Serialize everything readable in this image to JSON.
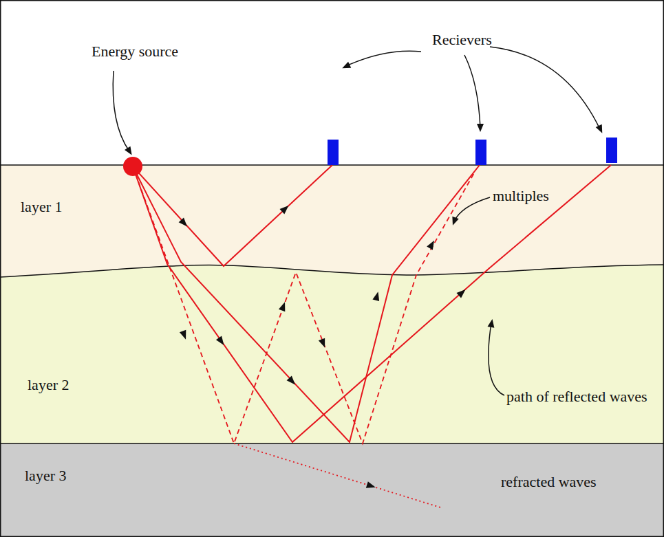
{
  "diagram": {
    "nodes": [
      {
        "text": [
          "layer 1"
        ]
      },
      {
        "text": [
          "layer 2"
        ]
      },
      {
        "text": [
          "layer 3"
        ]
      }
    ],
    "labels": [
      "Energy source",
      "Recievers",
      "multiples",
      "path of reflected waves",
      "refracted waves"
    ]
  }
}
